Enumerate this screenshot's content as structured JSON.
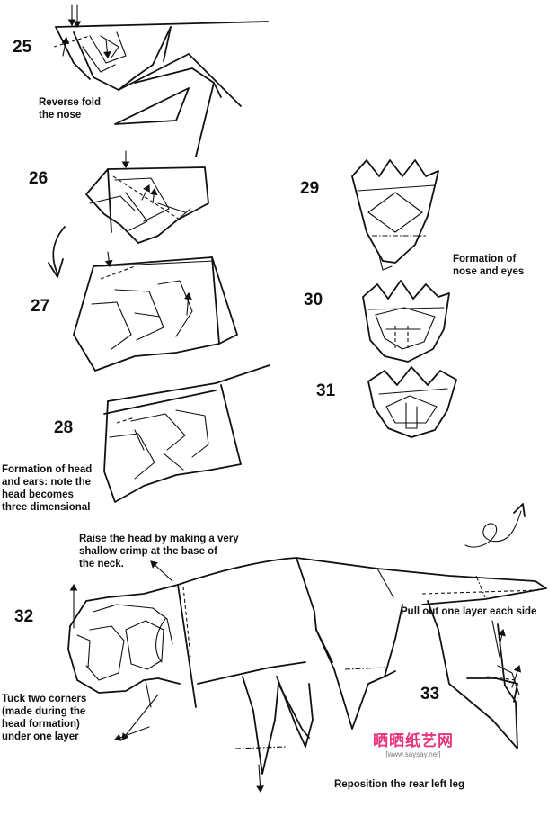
{
  "steps": {
    "s25": "25",
    "s26": "26",
    "s27": "27",
    "s28": "28",
    "s29": "29",
    "s30": "30",
    "s31": "31",
    "s32": "32",
    "s33": "33"
  },
  "captions": {
    "reverse_fold": "Reverse fold\nthe nose",
    "nose_eyes": "Formation of\nnose and eyes",
    "head_ears": "Formation of head\nand ears: note the\nhead becomes\nthree dimensional",
    "raise_head": "Raise the head by making a very\nshallow crimp at the base of\nthe neck.",
    "pull_out": "Pull out one layer each side",
    "tuck_corners": "Tuck two corners\n(made during the\nhead formation)\nunder one layer",
    "rear_leg": "Reposition the rear left leg"
  },
  "watermark": {
    "title": "晒晒纸艺网",
    "url": "[www.saysay.net]"
  },
  "colors": {
    "ink": "#111111",
    "watermark": "#e8337a"
  }
}
